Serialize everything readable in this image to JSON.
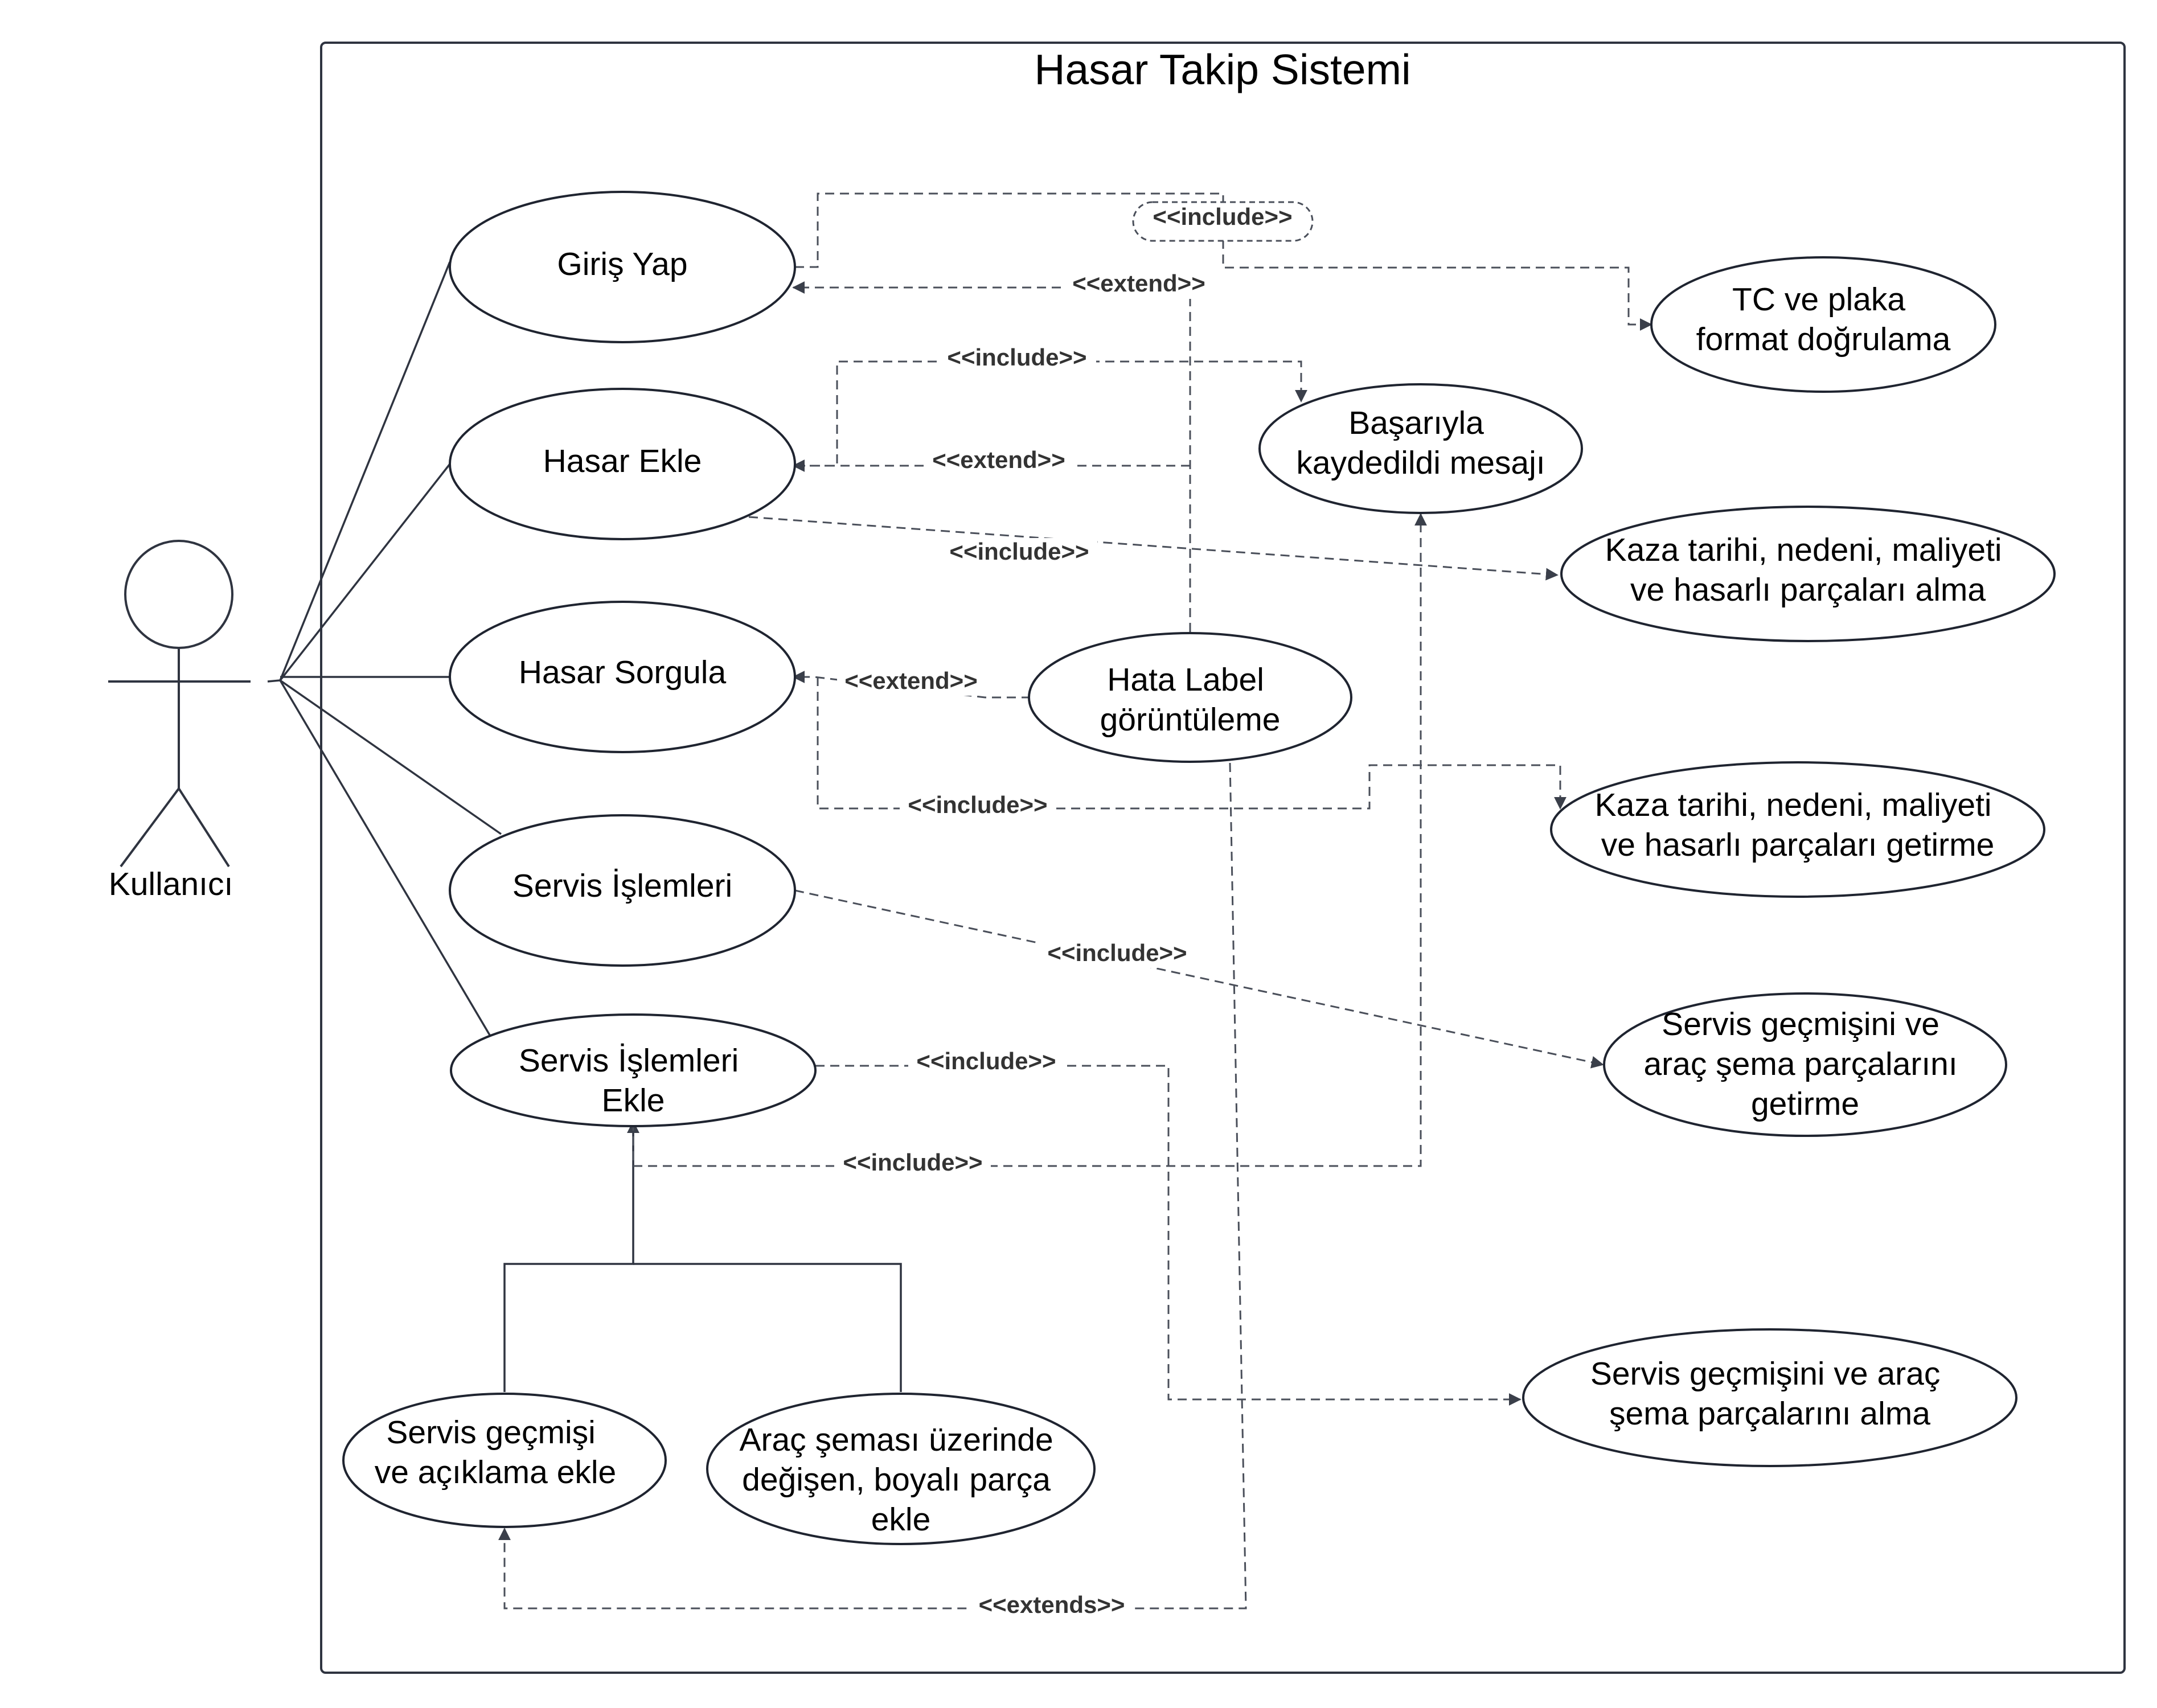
{
  "system": {
    "title": "Hasar Takip Sistemi"
  },
  "actor": {
    "label": "Kullanıcı"
  },
  "use_cases": {
    "giris_yap": {
      "lines": [
        "Giriş Yap"
      ]
    },
    "hasar_ekle": {
      "lines": [
        "Hasar Ekle"
      ]
    },
    "hasar_sorgula": {
      "lines": [
        "Hasar Sorgula"
      ]
    },
    "servis_islemleri": {
      "lines": [
        "Servis İşlemleri"
      ]
    },
    "servis_islemleri_ekle": {
      "lines": [
        "Servis İşlemleri",
        "Ekle"
      ]
    },
    "servis_gecmisi_aciklama": {
      "lines": [
        "Servis geçmişi",
        "ve açıklama ekle"
      ]
    },
    "arac_semasi": {
      "lines": [
        "Araç şeması üzerinde",
        "değişen, boyalı parça",
        "ekle"
      ]
    },
    "hata_label": {
      "lines": [
        "Hata Label",
        "görüntüleme"
      ]
    },
    "basariyla": {
      "lines": [
        "Başarıyla",
        "kaydedildi mesajı"
      ]
    },
    "tc_plaka": {
      "lines": [
        "TC ve plaka",
        "format doğrulama"
      ]
    },
    "kaza_alma": {
      "lines": [
        "Kaza tarihi, nedeni, maliyeti",
        "ve hasarlı parçaları alma"
      ]
    },
    "kaza_getirme": {
      "lines": [
        "Kaza tarihi, nedeni, maliyeti",
        "ve hasarlı parçaları getirme"
      ]
    },
    "servis_getirme": {
      "lines": [
        "Servis geçmişini ve",
        "araç şema parçalarını",
        "getirme"
      ]
    },
    "servis_alma": {
      "lines": [
        "Servis geçmişini ve araç",
        "şema parçalarını alma"
      ]
    }
  },
  "relations": {
    "include_giris_tc": "<<include>>",
    "extend_hata_giris": "<<extend>>",
    "include_hasar_ekle_basariyla": "<<include>>",
    "extend_hata_hasar_ekle": "<<extend>>",
    "include_hasar_ekle_kaza": "<<include>>",
    "extend_hata_sorgula": "<<extend>>",
    "include_sorgula_kaza": "<<include>>",
    "include_servis_getirme": "<<include>>",
    "include_servis_ekle_alma": "<<include>>",
    "include_servis_ekle_basariyla": "<<include>>",
    "extends_hata_servis_gecmisi": "<<extends>>"
  }
}
